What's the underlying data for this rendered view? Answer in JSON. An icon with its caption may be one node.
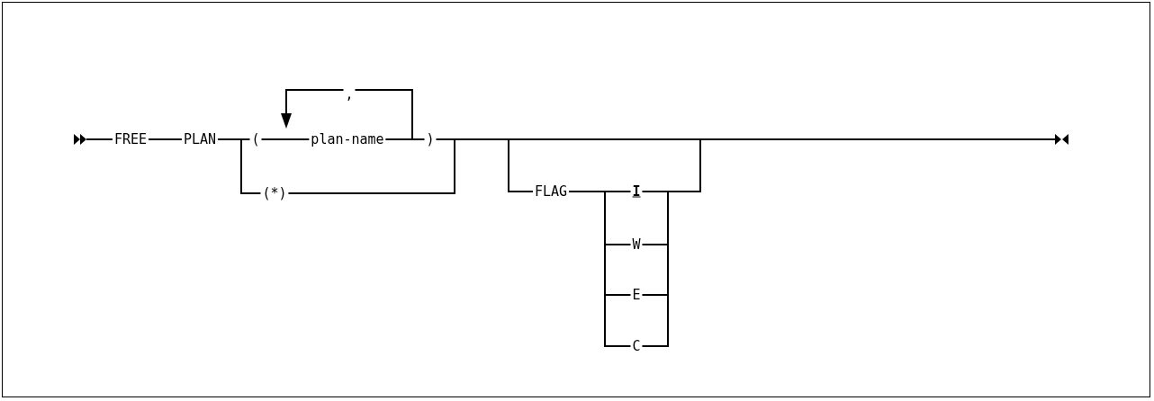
{
  "diagram": {
    "labels": [
      "FREE",
      "PLAN",
      "(",
      "plan-name",
      ")",
      ",",
      "(*)",
      "FLAG",
      "I",
      "W",
      "E",
      "C"
    ]
  }
}
